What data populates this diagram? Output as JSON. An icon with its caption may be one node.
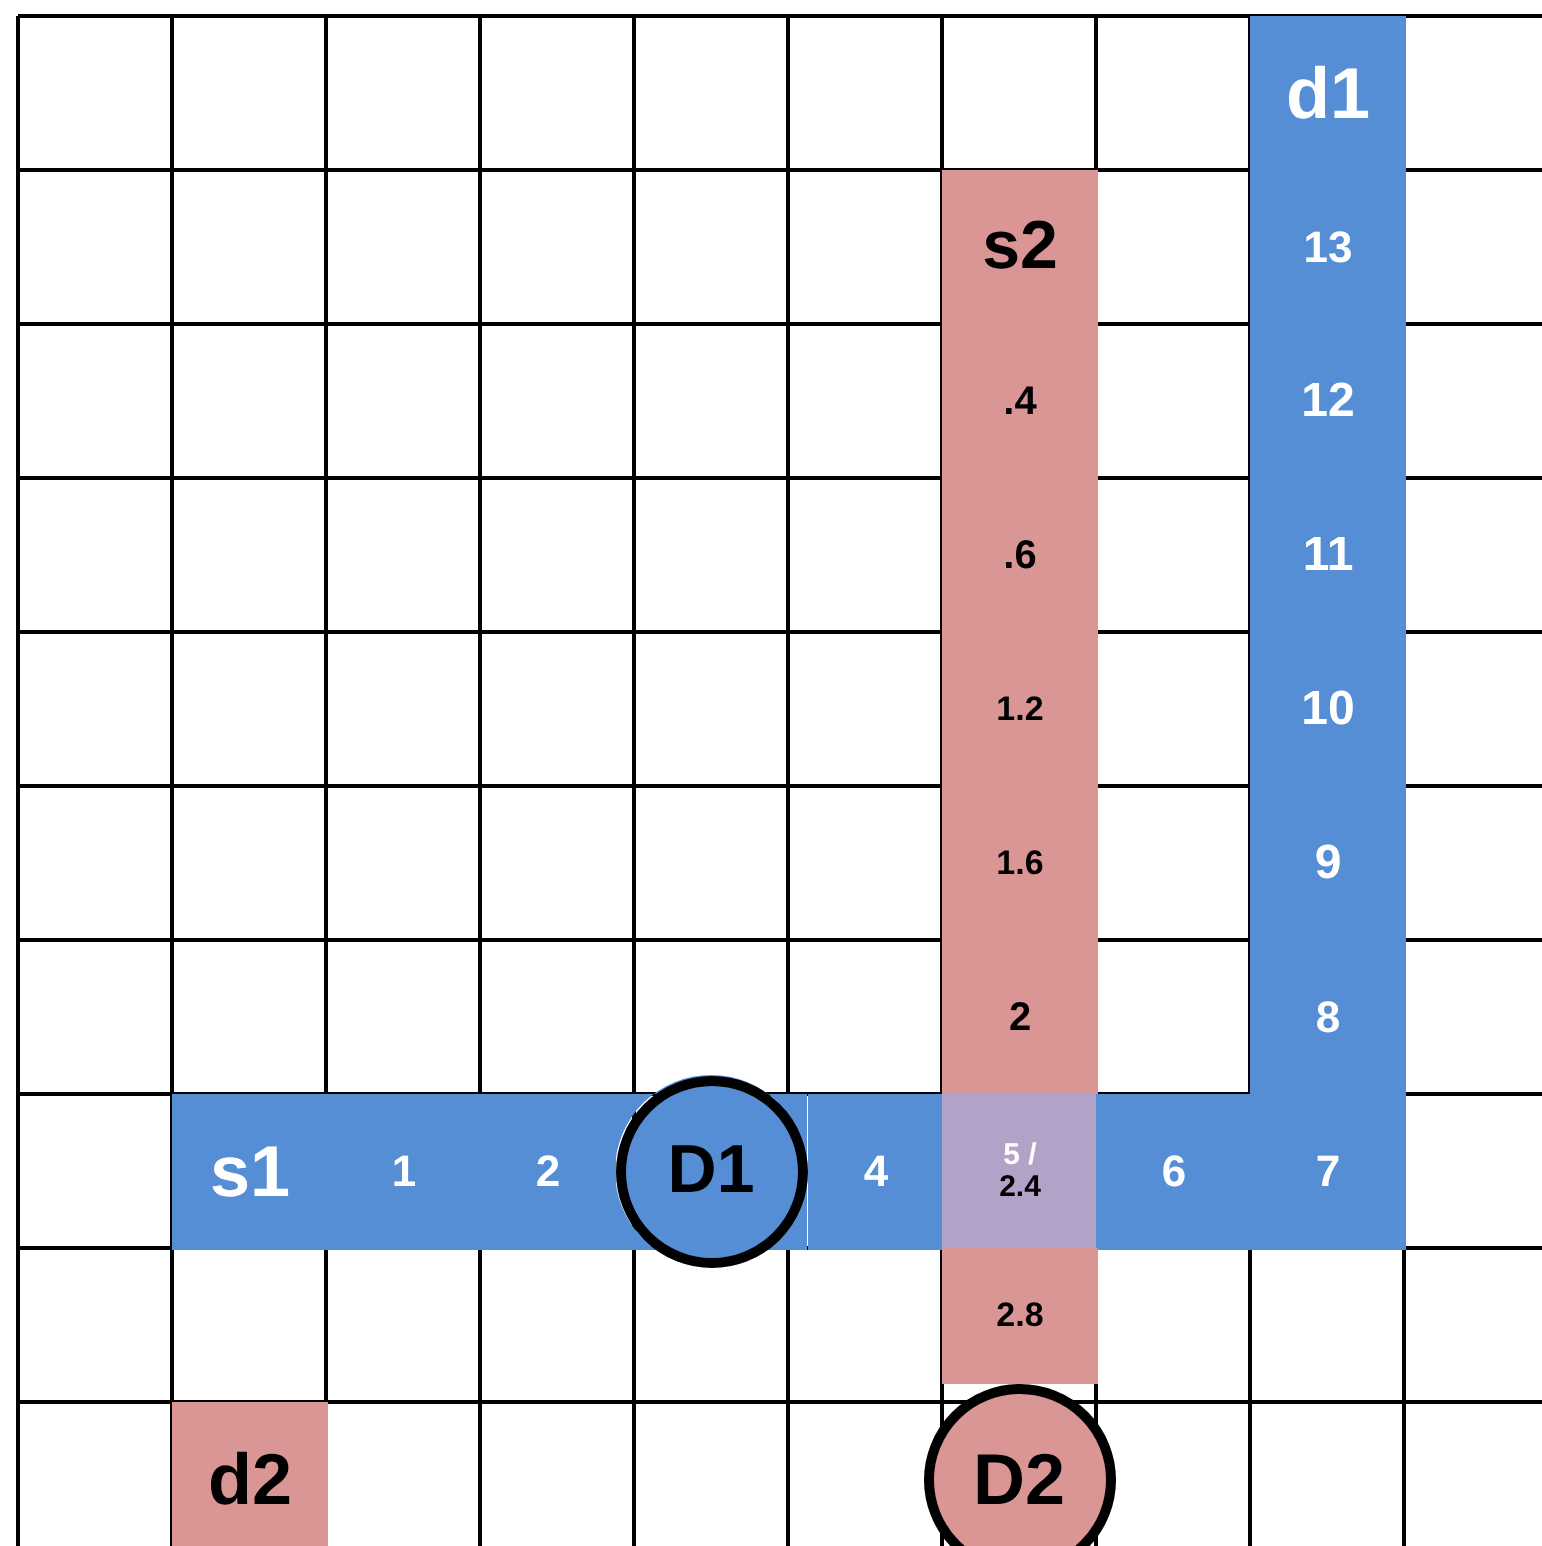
{
  "diagram": {
    "nodes": [
      {
        "text": [
          "d1"
        ]
      },
      {
        "text": [
          "s2"
        ]
      },
      {
        "text": [
          "13"
        ]
      },
      {
        "text": [
          ".4"
        ]
      },
      {
        "text": [
          "12"
        ]
      },
      {
        "text": [
          ".6"
        ]
      },
      {
        "text": [
          "11"
        ]
      },
      {
        "text": [
          "1.2"
        ]
      },
      {
        "text": [
          "10"
        ]
      },
      {
        "text": [
          "1.6"
        ]
      },
      {
        "text": [
          "9"
        ]
      },
      {
        "text": [
          "2"
        ]
      },
      {
        "text": [
          "8"
        ]
      },
      {
        "text": [
          "s1"
        ]
      },
      {
        "text": [
          "1"
        ]
      },
      {
        "text": [
          "2"
        ]
      },
      {
        "text": [
          "D1"
        ]
      },
      {
        "text": [
          "4"
        ]
      },
      {
        "text": [
          "5 /",
          "2.4"
        ]
      },
      {
        "text": [
          "6"
        ]
      },
      {
        "text": [
          "7"
        ]
      },
      {
        "text": [
          "2.8"
        ]
      },
      {
        "text": [
          "d2"
        ]
      },
      {
        "text": [
          "D2"
        ]
      }
    ]
  }
}
